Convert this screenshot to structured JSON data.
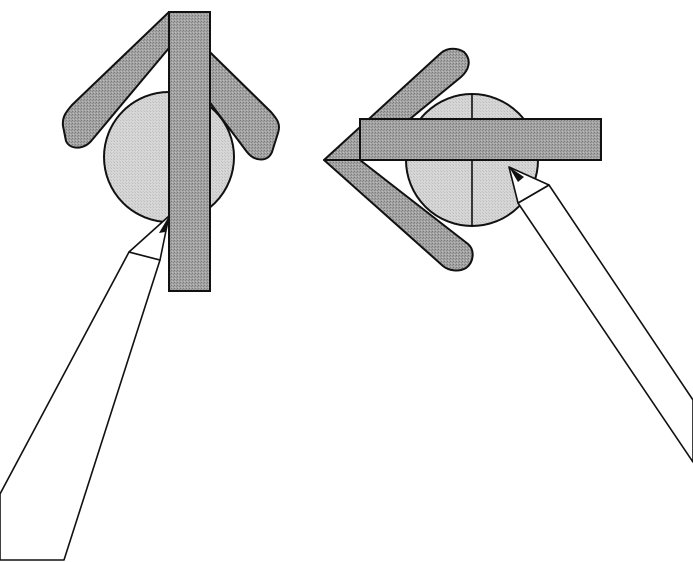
{
  "colors": {
    "background": "#ffffff",
    "stroke": "#111111",
    "arrow_fill": "#9e9e9e",
    "circle_fill": "#d4d4d4",
    "pencil_fill": "#ffffff",
    "pencil_tip": "#111111"
  },
  "figures": [
    {
      "name": "arrow-up-figure",
      "arrow_direction": "up",
      "circle_divided": false,
      "pencil": "from-lower-left"
    },
    {
      "name": "arrow-left-figure",
      "arrow_direction": "left",
      "circle_divided": true,
      "pencil": "from-lower-right"
    }
  ]
}
